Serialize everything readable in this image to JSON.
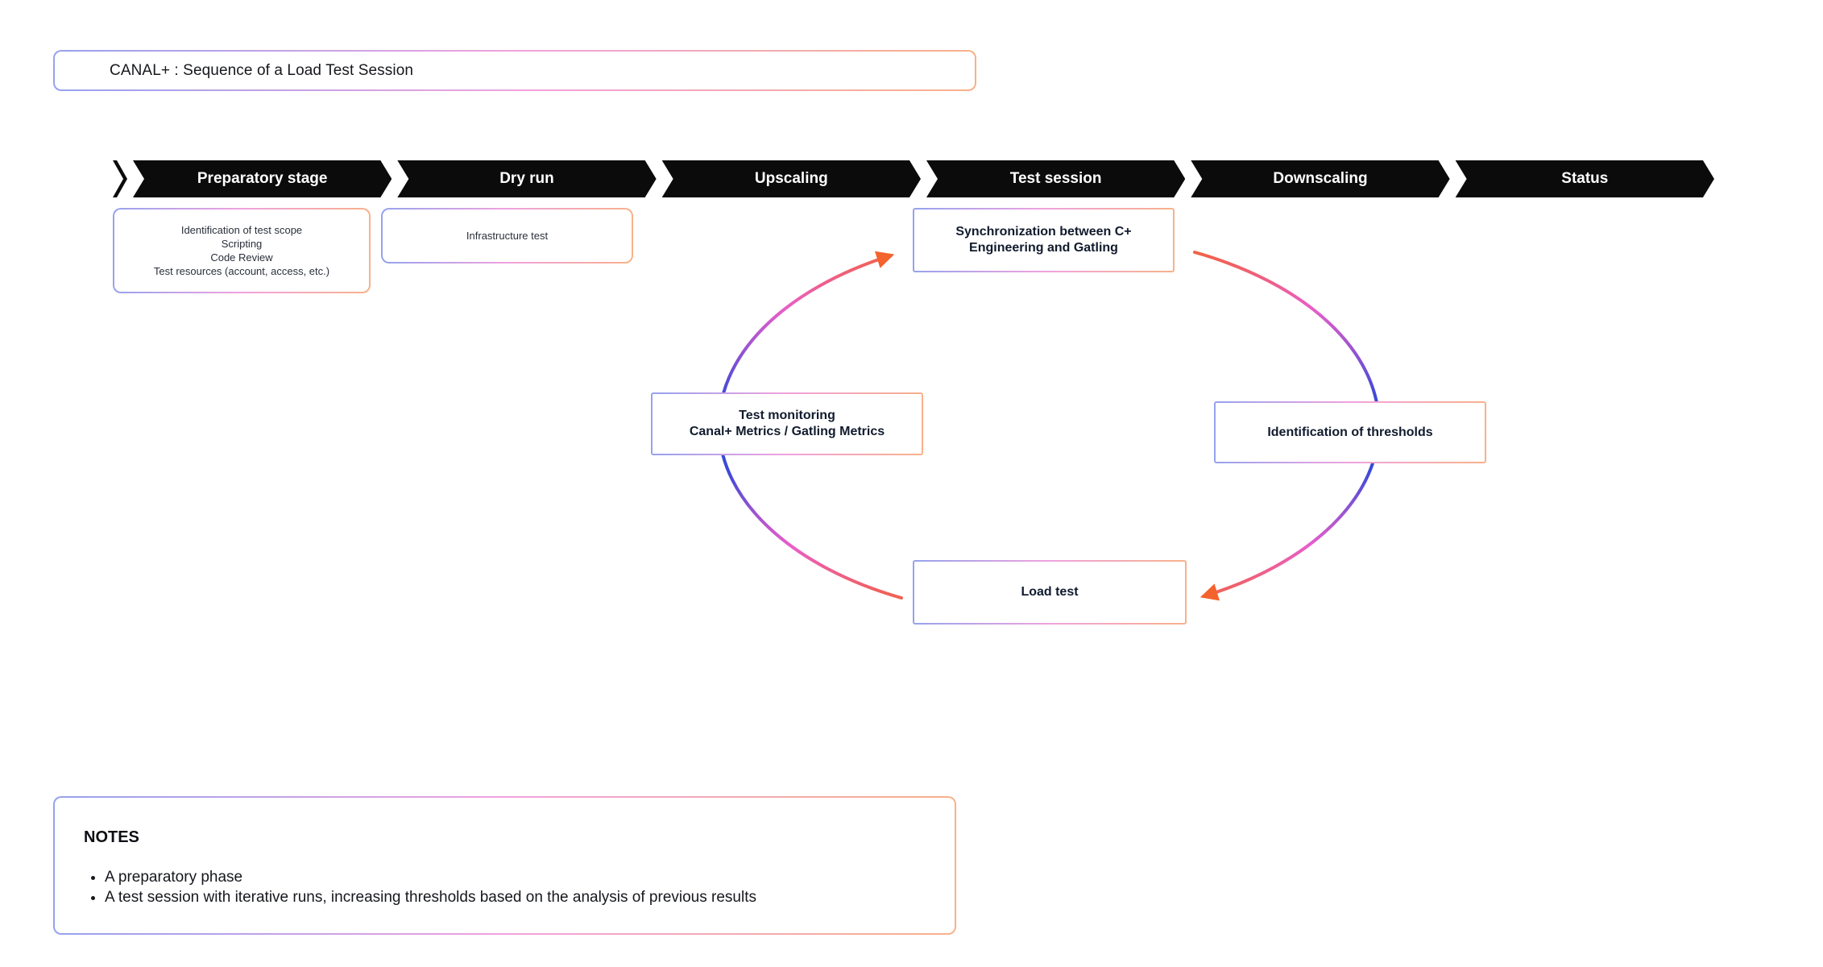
{
  "title": {
    "text": "CANAL+ : Sequence of a Load Test Session"
  },
  "pipeline": {
    "stages": [
      {
        "label": "Preparatory stage"
      },
      {
        "label": "Dry run"
      },
      {
        "label": "Upscaling"
      },
      {
        "label": "Test session"
      },
      {
        "label": "Downscaling"
      },
      {
        "label": "Status"
      }
    ]
  },
  "stage_details": {
    "preparatory": {
      "lines": [
        "Identification of test scope",
        "Scripting",
        "Code Review",
        "Test resources (account, access, etc.)"
      ]
    },
    "dry_run": {
      "lines": [
        "Infrastructure test"
      ]
    }
  },
  "cycle": {
    "synchronization": {
      "lines": [
        "Synchronization between C+",
        "Engineering and Gatling"
      ]
    },
    "identification": {
      "lines": [
        "Identification of thresholds"
      ]
    },
    "load_test": {
      "lines": [
        "Load test"
      ]
    },
    "monitoring": {
      "lines": [
        "Test monitoring",
        "Canal+ Metrics / Gatling Metrics"
      ]
    }
  },
  "notes": {
    "heading": "NOTES",
    "bullets": [
      "A preparatory phase",
      "A test session with iterative runs, increasing thresholds based on the analysis of previous results"
    ]
  },
  "colors": {
    "banner_bg": "#0b0b0b",
    "banner_text": "#ffffff",
    "border_blue": "#96a2ee",
    "border_pink": "#f0a2de",
    "border_orange": "#f8b18a",
    "arc_blue": "#3b49d8",
    "arc_magenta": "#e95ec9",
    "arc_orange": "#f4622d",
    "text_dark": "#111b2e",
    "text_body": "#2a2f3a"
  }
}
